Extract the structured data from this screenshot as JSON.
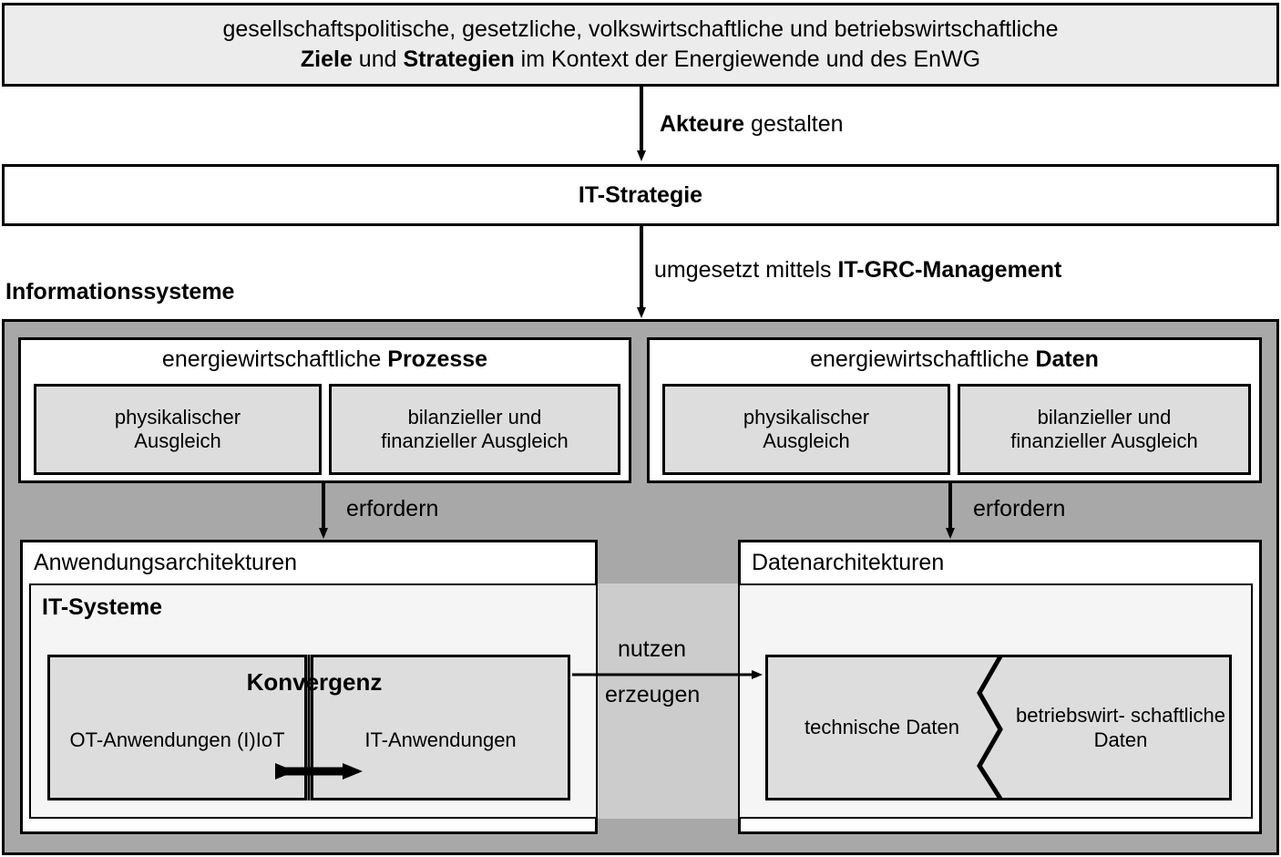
{
  "goals": {
    "line1": "gesellschaftspolitische, gesetzliche, volkswirtschaftliche und betriebswirtschaftliche",
    "line2_pre": "",
    "line2_b1": "Ziele",
    "line2_mid": " und ",
    "line2_b2": "Strategien",
    "line2_post": " im Kontext der Energiewende und des EnWG"
  },
  "arrows": {
    "akteure_bold": "Akteure",
    "akteure_rest": " gestalten",
    "umgesetzt_pre": "umgesetzt mittels ",
    "umgesetzt_bold": "IT-GRC-Management",
    "erfordern_left": "erfordern",
    "erfordern_right": "erfordern",
    "nutzen": "nutzen",
    "erzeugen": "erzeugen"
  },
  "it_strategie": {
    "label": "IT-Strategie"
  },
  "informationssysteme": {
    "title": "Informationssysteme"
  },
  "processes": {
    "title_normal": "energiewirtschaftliche ",
    "title_bold": "Prozesse",
    "items": [
      {
        "line1": "physikalischer",
        "line2": "Ausgleich"
      },
      {
        "line1": "bilanzieller und",
        "line2": "finanzieller Ausgleich"
      }
    ]
  },
  "data_domain": {
    "title_normal": "energiewirtschaftliche ",
    "title_bold": "Daten",
    "items": [
      {
        "line1": "physikalischer",
        "line2": "Ausgleich"
      },
      {
        "line1": "bilanzieller und",
        "line2": "finanzieller Ausgleich"
      }
    ]
  },
  "application_architecture": {
    "title": "Anwendungsarchitekturen",
    "it_systems_title": "IT-Systeme",
    "konvergenz": "Konvergenz",
    "ot_line1": "OT-Anwendungen",
    "ot_line2": "(I)IoT",
    "it_line1": "IT-Anwendungen"
  },
  "data_architecture": {
    "title": "Datenarchitekturen",
    "technical_line1": "technische",
    "technical_line2": "Daten",
    "business_line1": "betriebswirt-",
    "business_line2": "schaftliche",
    "business_line3": "Daten"
  },
  "colors": {
    "goals_fill": "#ececec",
    "frame_fill": "#a8a8a8",
    "panel_fill": "#f5f5f5",
    "subbox_fill": "#dddddd",
    "band_fill": "#cccccc",
    "stroke": "#000000"
  }
}
